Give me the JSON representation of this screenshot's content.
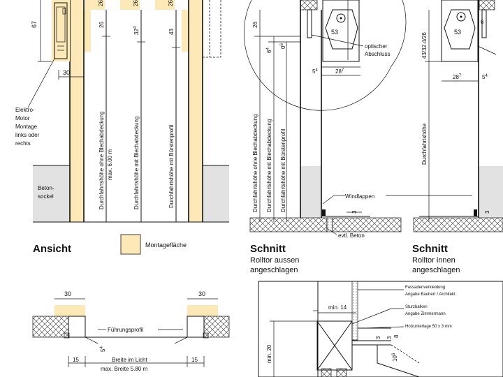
{
  "colors": {
    "mounting_area": "#fde9b8",
    "concrete": "#e2e2e2",
    "line": "#111111"
  },
  "views": {
    "ansicht": {
      "title": "Ansicht",
      "legend_label": "Montagefläche",
      "dims": {
        "d67": "67",
        "d30": "30",
        "d26": "26",
        "d32": "32",
        "d32_sup": "4",
        "d43": "43",
        "top1": "26",
        "top2": "26",
        "top3": "26"
      },
      "motor_note": [
        "Elektro-",
        "Motor",
        "Montage",
        "links oder",
        "rechts"
      ],
      "socket_note": [
        "Beton-",
        "sockel"
      ],
      "heights": {
        "h1a": "Durchfahrtshöhe ohne Blechabdeckung",
        "h1b": "max. 6.00 m",
        "h2": "Durchfahrtshöhe mit Blechabdeckung",
        "h3": "Durchfahrtshöhe mit Bürstenprofil"
      }
    },
    "schnitt_aussen": {
      "title": "Schnitt",
      "subtitle": [
        "Rolltor aussen",
        "angeschlagen"
      ],
      "dims": {
        "d26": "26",
        "d6": "6",
        "d6_sup": "4",
        "d0": "0",
        "d0_sup": "6",
        "d53": "53",
        "d5": "5",
        "d5_sup": "4",
        "d28": "28",
        "d28_sup": "7",
        "d3": "3"
      },
      "note_optic": [
        "optischer",
        "Abschluss"
      ],
      "note_wind": "Windlappen",
      "note_beton": "evtl. Beton",
      "heights": {
        "h1": "Durchfahrtshöhe ohne Blechabdeckung",
        "h2": "Durchfahrtshöhe mit Blechabdeckung",
        "h3": "Durchfahrtshöhe mit Bürstenprofil"
      }
    },
    "schnitt_innen": {
      "title": "Schnitt",
      "subtitle": [
        "Rolltor innen",
        "angeschlagen"
      ],
      "dims": {
        "d43": "43/32.4/26",
        "d53": "53",
        "d6": "6",
        "d28": "28",
        "d28_sup": "7",
        "d5": "5",
        "d5_sup": "4",
        "d3": "3"
      },
      "heights": {
        "h1": "Durchfahrtshöhe"
      }
    },
    "grundriss": {
      "dims": {
        "left30": "30",
        "right30": "30",
        "left15": "15",
        "right15": "15",
        "d5": "5",
        "d5_sup": "4"
      },
      "guide_label": "Führungsprofil",
      "width_label": "Breite im Licht",
      "width_max": "max. Breite  5.80 m"
    },
    "detail": {
      "notes": {
        "facade1": "Fassadenverkleidung",
        "facade2": "Angabe Bauherr / Architekt",
        "beam1": "Sturzbalken",
        "beam2": "Angabe Zimmermann",
        "wood": "Holzunterlage  50 x 3 mm"
      },
      "dims": {
        "min14": "min. 14",
        "min20": "min. 20",
        "d3a": "3",
        "d3b": "3",
        "d8": "8",
        "d10": "10",
        "d10_sup": "6"
      }
    }
  }
}
